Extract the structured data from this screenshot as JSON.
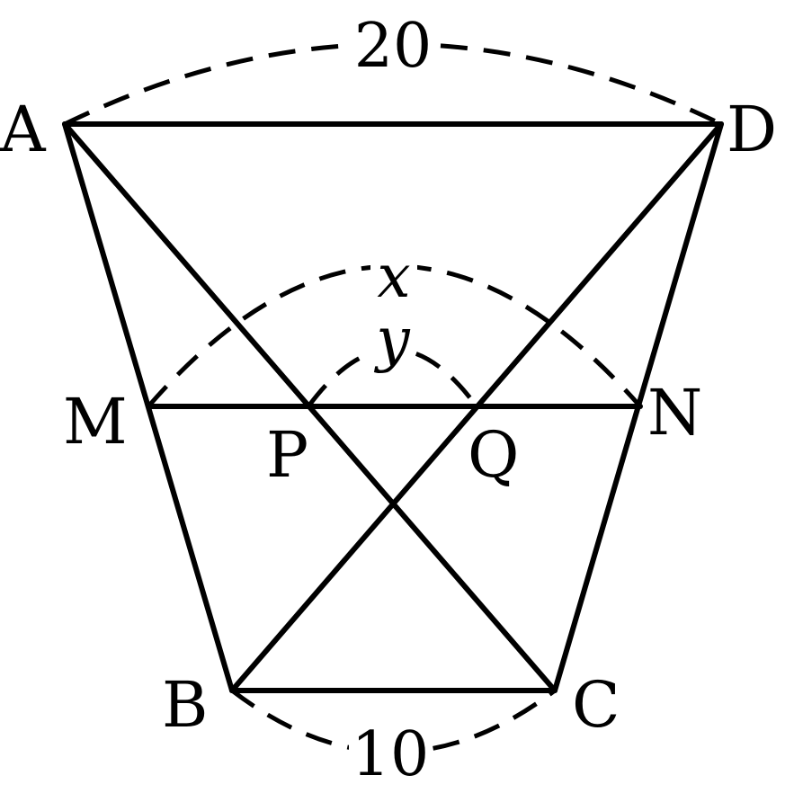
{
  "points": {
    "A": "A",
    "D": "D",
    "M": "M",
    "N": "N",
    "P": "P",
    "Q": "Q",
    "B": "B",
    "C": "C"
  },
  "measures": {
    "AD": "20",
    "BC": "10",
    "MN": "x",
    "PQ": "y"
  }
}
